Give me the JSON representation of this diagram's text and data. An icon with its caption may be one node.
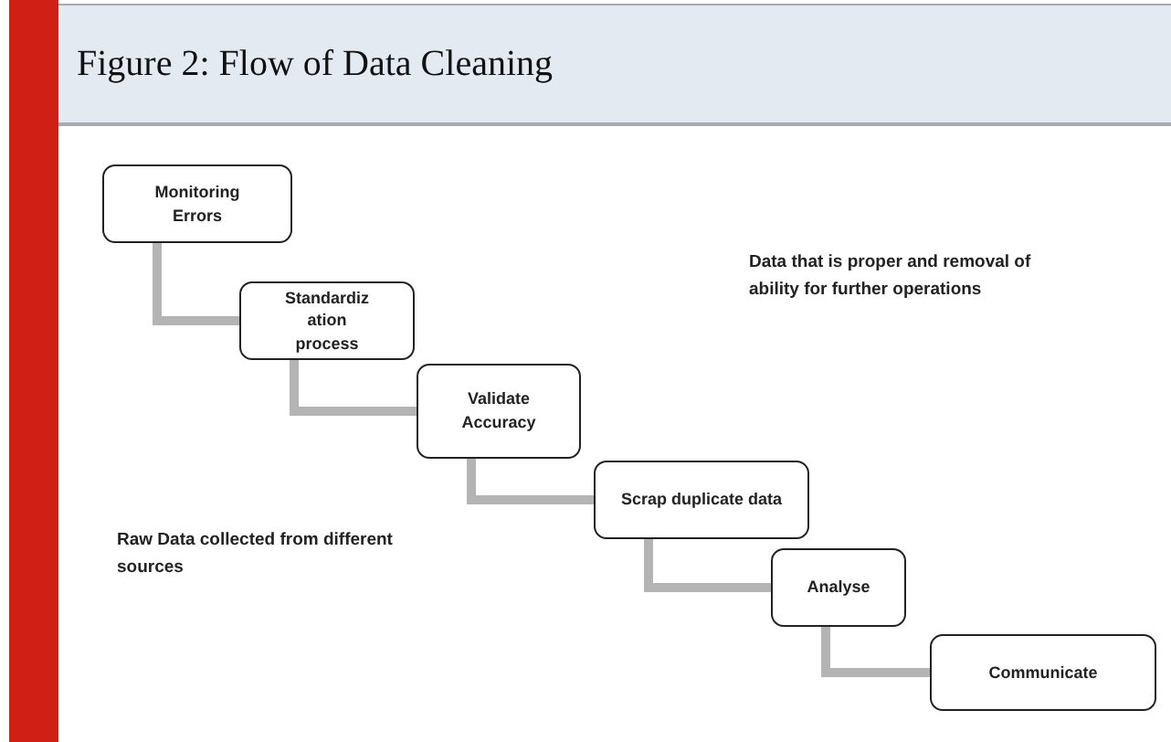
{
  "diagram": {
    "title": "Figure 2: Flow of Data Cleaning",
    "nodes": [
      {
        "text": [
          "Monitoring Errors"
        ]
      },
      {
        "text": [
          "Standardiz ation process"
        ]
      },
      {
        "text": [
          "Validate Accuracy"
        ]
      },
      {
        "text": [
          "Scrap duplicate data"
        ]
      },
      {
        "text": [
          "Analyse"
        ]
      },
      {
        "text": [
          "Communicate"
        ]
      }
    ],
    "edges": [
      {
        "from": 0,
        "to": 1,
        "arrow": "none"
      },
      {
        "from": 1,
        "to": 2,
        "arrow": "none"
      },
      {
        "from": 2,
        "to": 3,
        "arrow": "none"
      },
      {
        "from": 3,
        "to": 4,
        "arrow": "none"
      },
      {
        "from": 4,
        "to": 5,
        "arrow": "none"
      }
    ],
    "labels": [
      "Data that is proper and removal of ability for further operations",
      "Raw Data collected from different sources"
    ]
  }
}
